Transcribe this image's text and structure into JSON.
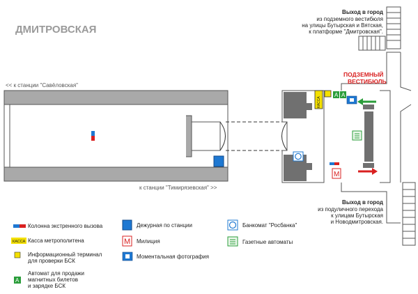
{
  "title": "ДМИТРОВСКАЯ",
  "direction_top": "<< к станции \"Савёловская\"",
  "direction_bottom": "к станции \"Тимирязевская\" >>",
  "exit_top": {
    "heading": "Выход в город",
    "lines": [
      "из подземного вестибюля",
      "на улицы Бутырская и Вятская,",
      "к платформе \"Дмитровская\"."
    ]
  },
  "exit_bottom": {
    "heading": "Выход в город",
    "lines": [
      "из подуличного перехода",
      "к улицам Бутырская",
      "и Новодмитровская."
    ]
  },
  "vestibule_label": [
    "ПОДЗЕМНЫЙ",
    "ВЕСТИБЮЛЬ"
  ],
  "kassa_text": "КАССА",
  "legend": [
    {
      "icon": "emergency-column-icon",
      "label": [
        "Колонна экстренного вызова"
      ]
    },
    {
      "icon": "kassa-icon",
      "label": [
        "Касса метрополитена"
      ]
    },
    {
      "icon": "info-terminal-icon",
      "label": [
        "Информационный терминал",
        "для проверки БСК"
      ]
    },
    {
      "icon": "ticket-machine-icon",
      "label": [
        "Автомат для продажи",
        "магнитных билетов",
        "и зарядке БСК"
      ]
    },
    {
      "icon": "duty-station-icon",
      "label": [
        "Дежурная по станции"
      ]
    },
    {
      "icon": "police-icon",
      "label": [
        "Милиция"
      ]
    },
    {
      "icon": "photo-booth-icon",
      "label": [
        "Моментальная фотография"
      ]
    },
    {
      "icon": "atm-icon",
      "label": [
        "Банкомат \"Росбанка\""
      ]
    },
    {
      "icon": "newspaper-machine-icon",
      "label": [
        "Газетные автоматы"
      ]
    }
  ],
  "colors": {
    "platform": "#a9a9a9",
    "wall": "#707070",
    "duty_blue": "#1e78d2",
    "red": "#d92020",
    "green": "#2a9d3a",
    "kassa_yellow": "#f4e000",
    "title_gray": "#9a9a9a"
  }
}
